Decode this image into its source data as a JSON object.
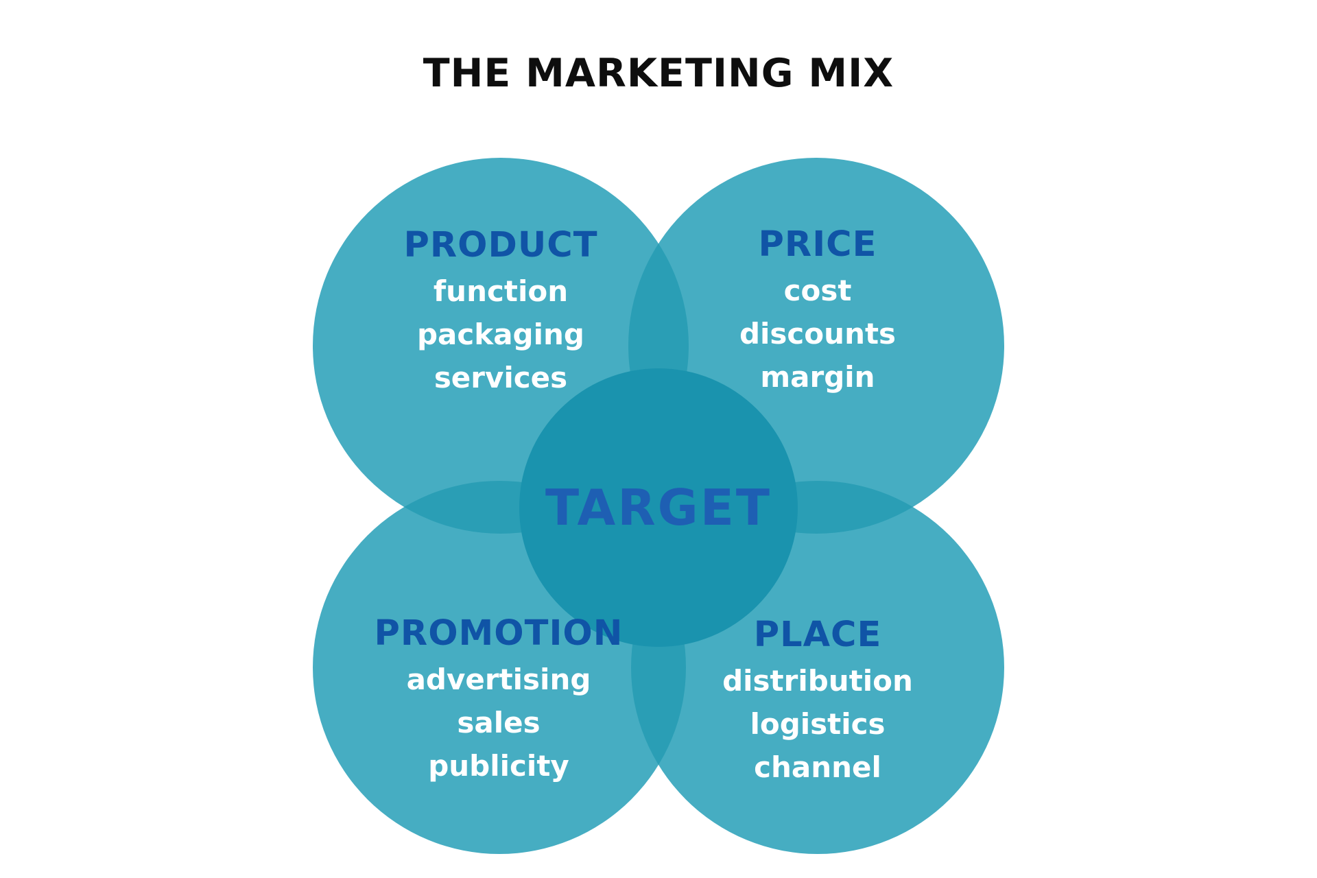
{
  "title": "THE MARKETING MIX",
  "center": {
    "label": "TARGET"
  },
  "sections": [
    {
      "id": "product",
      "position": "top-left",
      "label": "PRODUCT",
      "items": [
        "function",
        "packaging",
        "services"
      ]
    },
    {
      "id": "price",
      "position": "top-right",
      "label": "PRICE",
      "items": [
        "cost",
        "discounts",
        "margin"
      ]
    },
    {
      "id": "promotion",
      "position": "bottom-left",
      "label": "PROMOTION",
      "items": [
        "advertising",
        "sales",
        "publicity"
      ]
    },
    {
      "id": "place",
      "position": "bottom-right",
      "label": "PLACE",
      "items": [
        "distribution",
        "logistics",
        "channel"
      ]
    }
  ],
  "colors": {
    "circle": "#46ADC2",
    "overlap": "#2A9EB5",
    "center_circle": "#1A93AE",
    "heading_text": "#1054A6",
    "target_text": "#1E5FB3",
    "item_text": "#FFFFFF",
    "title_text": "#0E0E0E",
    "background": "#FFFFFF"
  }
}
